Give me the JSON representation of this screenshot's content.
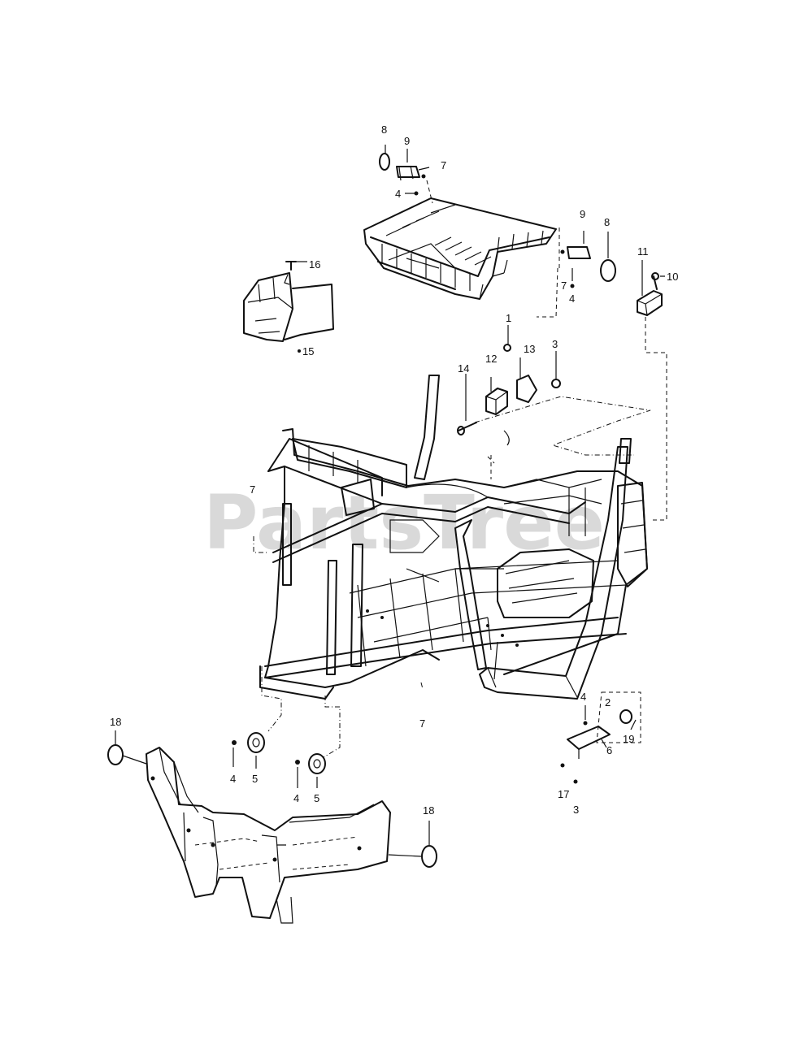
{
  "watermark": "PartsTree",
  "callouts": {
    "c8_top": "8",
    "c9_top": "9",
    "c7_top": "7",
    "c4_top": "4",
    "c9_right": "9",
    "c8_right": "8",
    "c7_right": "7",
    "c4_right": "4",
    "c11": "11",
    "c10": "10",
    "c16": "16",
    "c15": "15",
    "c1": "1",
    "c13": "13",
    "c3_upper": "3",
    "c12": "12",
    "c14": "14",
    "c7_left": "7",
    "c7_bottom": "7",
    "c4_hw": "4",
    "c2": "2",
    "c19": "19",
    "c6": "6",
    "c17": "17",
    "c3_lower": "3",
    "c18_left": "18",
    "c4_a": "4",
    "c5_a": "5",
    "c4_b": "4",
    "c5_b": "5",
    "c18_right": "18"
  }
}
